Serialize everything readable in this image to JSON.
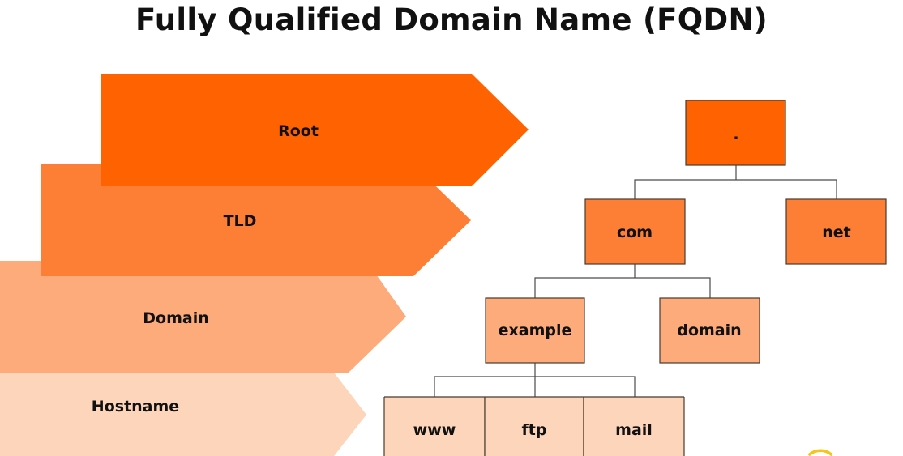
{
  "title": "Fully Qualified Domain Name (FQDN)",
  "colors": {
    "root": "#ff6200",
    "tld": "#fd7f35",
    "domain": "#fdab7a",
    "hostname": "#fdd5bb",
    "accent_circle": "#f5c518"
  },
  "levels": {
    "root": "Root",
    "tld": "TLD",
    "domain": "Domain",
    "hostname": "Hostname"
  },
  "tree": {
    "root": ".",
    "com": "com",
    "net": "net",
    "example": "example",
    "domain": "domain",
    "www": "www",
    "ftp": "ftp",
    "mail": "mail"
  }
}
